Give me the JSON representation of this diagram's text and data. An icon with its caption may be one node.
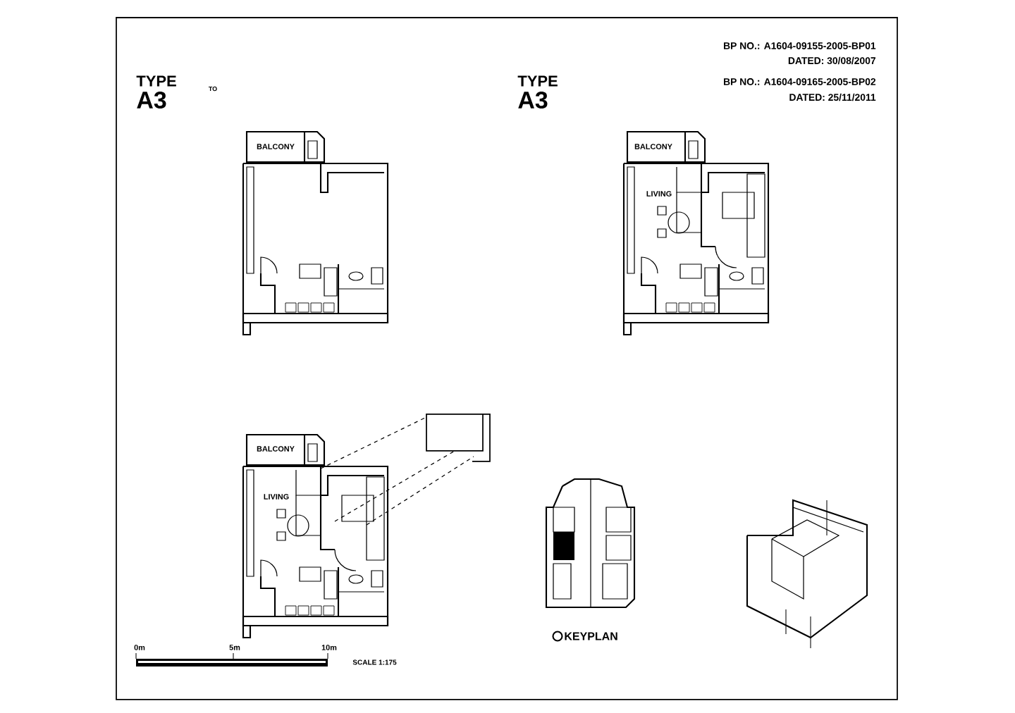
{
  "diagram": {
    "labels": [
      "TYPE",
      "A3",
      "TO",
      "TYPE",
      "A3",
      "BP NO.: A1604-09155-2005-BP01",
      "DATED: 30/08/2007",
      "BP NO.: A1604-09165-2005-BP02",
      "DATED: 25/11/2011",
      "BALCONY",
      "BALCONY",
      "LIVING",
      "BALCONY",
      "LIVING",
      "KEYPLAN",
      "0m",
      "5m",
      "10m",
      "SCALE 1:175"
    ]
  }
}
